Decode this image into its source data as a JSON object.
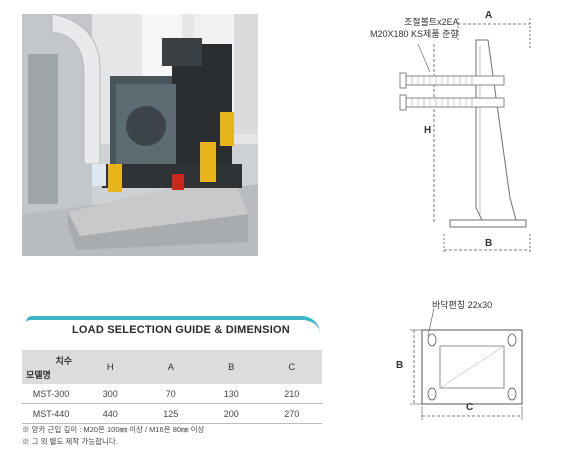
{
  "side_drawing": {
    "bolt_label_line1": "조절볼트x2EA",
    "bolt_label_line2": "M20X180 KS제품 준향",
    "dim_a": "A",
    "dim_h": "H",
    "dim_b": "B"
  },
  "plan_drawing": {
    "plate_label": "바닥편칭 22x30",
    "dim_b": "B",
    "dim_c": "C"
  },
  "section": {
    "title": "LOAD SELECTION GUIDE & DIMENSION"
  },
  "table": {
    "corner_top": "치수",
    "corner_bottom": "모델명",
    "headers": [
      "H",
      "A",
      "B",
      "C"
    ],
    "rows": [
      {
        "model": "MST-300",
        "values": [
          "300",
          "70",
          "130",
          "210"
        ]
      },
      {
        "model": "MST-440",
        "values": [
          "440",
          "125",
          "200",
          "270"
        ]
      }
    ]
  },
  "notes": [
    "※ 앙카 근입 깊이 : M20은 100㎜ 이상 / M16은 80㎜ 이상",
    "※ 그 외 별도 제작 가능합니다."
  ]
}
